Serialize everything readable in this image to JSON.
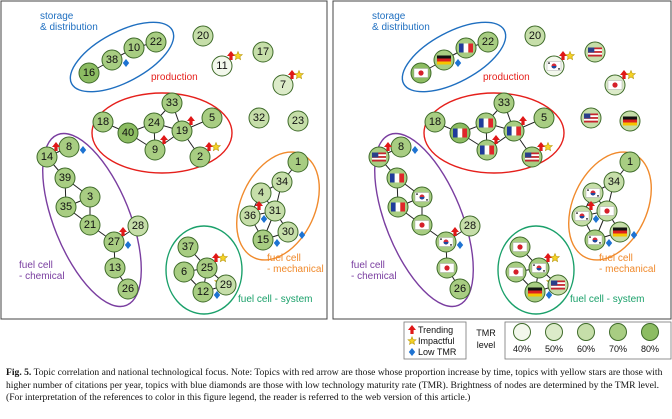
{
  "colors": {
    "storage": "#1f6fc0",
    "production": "#e5201c",
    "chemical": "#7a3ea0",
    "mechanical": "#f08a2c",
    "system": "#1aa06a",
    "node_stroke": "#3f6b2a",
    "edge": "#222222",
    "trend_arrow": "#e01818",
    "star": "#f5d327",
    "diamond": "#1e73d2"
  },
  "groups": {
    "storage": "storage\n& distribution",
    "production": "production",
    "chemical": "fuel cell\n- chemical",
    "mechanical": "fuel cell\n- mechanical",
    "system": "fuel cell - system"
  },
  "nodes": [
    {
      "id": "16",
      "tmr": 80,
      "trend": false,
      "star": false,
      "diamond": false
    },
    {
      "id": "38",
      "tmr": 70,
      "trend": false,
      "star": false,
      "diamond": true
    },
    {
      "id": "10",
      "tmr": 70,
      "trend": false,
      "star": false,
      "diamond": false
    },
    {
      "id": "22",
      "tmr": 70,
      "trend": false,
      "star": false,
      "diamond": false
    },
    {
      "id": "20",
      "tmr": 60,
      "trend": false,
      "star": false,
      "diamond": false
    },
    {
      "id": "11",
      "tmr": 40,
      "trend": true,
      "star": true,
      "diamond": false
    },
    {
      "id": "17",
      "tmr": 60,
      "trend": false,
      "star": false,
      "diamond": false
    },
    {
      "id": "7",
      "tmr": 50,
      "trend": true,
      "star": true,
      "diamond": false
    },
    {
      "id": "33",
      "tmr": 70,
      "trend": false,
      "star": false,
      "diamond": false
    },
    {
      "id": "18",
      "tmr": 70,
      "trend": false,
      "star": false,
      "diamond": false
    },
    {
      "id": "40",
      "tmr": 80,
      "trend": false,
      "star": false,
      "diamond": false
    },
    {
      "id": "24",
      "tmr": 70,
      "trend": false,
      "star": false,
      "diamond": false
    },
    {
      "id": "19",
      "tmr": 70,
      "trend": true,
      "star": false,
      "diamond": false
    },
    {
      "id": "5",
      "tmr": 70,
      "trend": false,
      "star": false,
      "diamond": false
    },
    {
      "id": "9",
      "tmr": 70,
      "trend": true,
      "star": false,
      "diamond": false
    },
    {
      "id": "2",
      "tmr": 70,
      "trend": true,
      "star": true,
      "diamond": false
    },
    {
      "id": "32",
      "tmr": 60,
      "trend": false,
      "star": false,
      "diamond": false
    },
    {
      "id": "23",
      "tmr": 60,
      "trend": false,
      "star": false,
      "diamond": false
    },
    {
      "id": "8",
      "tmr": 70,
      "trend": false,
      "star": false,
      "diamond": true
    },
    {
      "id": "14",
      "tmr": 70,
      "trend": true,
      "star": false,
      "diamond": false
    },
    {
      "id": "39",
      "tmr": 70,
      "trend": false,
      "star": false,
      "diamond": false
    },
    {
      "id": "3",
      "tmr": 70,
      "trend": false,
      "star": false,
      "diamond": false
    },
    {
      "id": "35",
      "tmr": 70,
      "trend": false,
      "star": false,
      "diamond": false
    },
    {
      "id": "21",
      "tmr": 70,
      "trend": false,
      "star": false,
      "diamond": false
    },
    {
      "id": "28",
      "tmr": 60,
      "trend": false,
      "star": false,
      "diamond": false
    },
    {
      "id": "27",
      "tmr": 70,
      "trend": true,
      "star": false,
      "diamond": true
    },
    {
      "id": "13",
      "tmr": 70,
      "trend": false,
      "star": false,
      "diamond": false
    },
    {
      "id": "26",
      "tmr": 70,
      "trend": false,
      "star": false,
      "diamond": false
    },
    {
      "id": "1",
      "tmr": 70,
      "trend": false,
      "star": false,
      "diamond": false
    },
    {
      "id": "34",
      "tmr": 60,
      "trend": false,
      "star": false,
      "diamond": false
    },
    {
      "id": "4",
      "tmr": 60,
      "trend": false,
      "star": false,
      "diamond": false
    },
    {
      "id": "36",
      "tmr": 60,
      "trend": true,
      "star": false,
      "diamond": true
    },
    {
      "id": "31",
      "tmr": 60,
      "trend": false,
      "star": false,
      "diamond": false
    },
    {
      "id": "30",
      "tmr": 60,
      "trend": false,
      "star": false,
      "diamond": true
    },
    {
      "id": "15",
      "tmr": 70,
      "trend": false,
      "star": false,
      "diamond": true
    },
    {
      "id": "37",
      "tmr": 70,
      "trend": false,
      "star": false,
      "diamond": false
    },
    {
      "id": "6",
      "tmr": 70,
      "trend": false,
      "star": false,
      "diamond": false
    },
    {
      "id": "25",
      "tmr": 70,
      "trend": true,
      "star": true,
      "diamond": false
    },
    {
      "id": "12",
      "tmr": 70,
      "trend": false,
      "star": true,
      "diamond": true
    },
    {
      "id": "29",
      "tmr": 60,
      "trend": false,
      "star": false,
      "diamond": false
    }
  ],
  "edges": [
    [
      "16",
      "38"
    ],
    [
      "38",
      "10"
    ],
    [
      "10",
      "22"
    ],
    [
      "18",
      "40"
    ],
    [
      "40",
      "24"
    ],
    [
      "24",
      "33"
    ],
    [
      "24",
      "19"
    ],
    [
      "19",
      "5"
    ],
    [
      "19",
      "9"
    ],
    [
      "9",
      "24"
    ],
    [
      "40",
      "9"
    ],
    [
      "19",
      "2"
    ],
    [
      "33",
      "19"
    ],
    [
      "14",
      "8"
    ],
    [
      "14",
      "39"
    ],
    [
      "39",
      "3"
    ],
    [
      "39",
      "35"
    ],
    [
      "35",
      "3"
    ],
    [
      "35",
      "21"
    ],
    [
      "3",
      "21"
    ],
    [
      "21",
      "27"
    ],
    [
      "27",
      "28"
    ],
    [
      "27",
      "13"
    ],
    [
      "13",
      "26"
    ],
    [
      "4",
      "34"
    ],
    [
      "34",
      "1"
    ],
    [
      "4",
      "31"
    ],
    [
      "4",
      "36"
    ],
    [
      "36",
      "31"
    ],
    [
      "34",
      "31"
    ],
    [
      "31",
      "30"
    ],
    [
      "31",
      "15"
    ],
    [
      "36",
      "15"
    ],
    [
      "15",
      "30"
    ],
    [
      "37",
      "25"
    ],
    [
      "25",
      "6"
    ],
    [
      "6",
      "12"
    ],
    [
      "25",
      "12"
    ],
    [
      "12",
      "29"
    ],
    [
      "25",
      "29"
    ]
  ],
  "legend": {
    "trending": "Trending",
    "impactful": "Impactful",
    "low_tmr": "Low TMR",
    "tmr_title": "TMR",
    "tmr_sub": "level",
    "levels": [
      40,
      50,
      60,
      70,
      80
    ],
    "level_labels": [
      "40%",
      "50%",
      "60%",
      "70%",
      "80%"
    ]
  },
  "caption": {
    "label": "Fig. 5.",
    "text": "Topic correlation and national technological focus. Note: Topics with red arrow are those whose proportion increase by time, topics with yellow stars are those with higher number of citations per year, topics with blue diamonds are those with low technology maturity rate (TMR). Brightness of nodes are determined by the TMR level. (For interpretation of the references to color in this figure legend, the reader is referred to the web version of this article.)"
  },
  "flags_right": [
    {
      "node": "16",
      "flag": "jp"
    },
    {
      "node": "38",
      "flag": "de"
    },
    {
      "node": "10",
      "flag": "fr"
    },
    {
      "node": "11",
      "flag": "kr"
    },
    {
      "node": "17",
      "flag": "us"
    },
    {
      "node": "7",
      "flag": "jp"
    },
    {
      "node": "32",
      "flag": "us"
    },
    {
      "node": "23",
      "flag": "de"
    },
    {
      "node": "40",
      "flag": "fr"
    },
    {
      "node": "24",
      "flag": "fr"
    },
    {
      "node": "19",
      "flag": "fr"
    },
    {
      "node": "9",
      "flag": "fr"
    },
    {
      "node": "2",
      "flag": "us"
    },
    {
      "node": "14",
      "flag": "us"
    },
    {
      "node": "39",
      "flag": "fr"
    },
    {
      "node": "3",
      "flag": "kr"
    },
    {
      "node": "35",
      "flag": "fr"
    },
    {
      "node": "21",
      "flag": "jp"
    },
    {
      "node": "27",
      "flag": "kr"
    },
    {
      "node": "13",
      "flag": "jp"
    },
    {
      "node": "4",
      "flag": "kr"
    },
    {
      "node": "36",
      "flag": "kr"
    },
    {
      "node": "31",
      "flag": "jp"
    },
    {
      "node": "30",
      "flag": "de"
    },
    {
      "node": "15",
      "flag": "kr"
    },
    {
      "node": "37",
      "flag": "jp"
    },
    {
      "node": "6",
      "flag": "jp"
    },
    {
      "node": "25",
      "flag": "kr"
    },
    {
      "node": "12",
      "flag": "de"
    },
    {
      "node": "29",
      "flag": "us"
    }
  ]
}
